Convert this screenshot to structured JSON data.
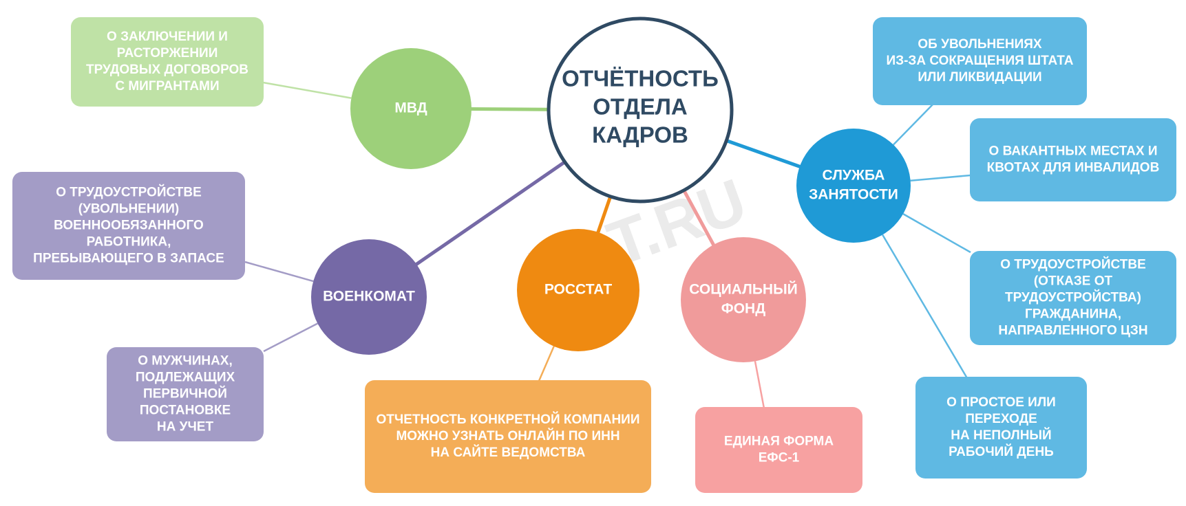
{
  "center": {
    "lines": [
      "ОТЧЁТНОСТЬ",
      "ОТДЕЛА",
      "КАДРОВ"
    ],
    "border_color": "#2f4a63"
  },
  "watermark": "PPT.RU",
  "hubs": [
    {
      "id": "mvd",
      "label_lines": [
        "МВД"
      ],
      "color": "#9dd07a",
      "boxes": [
        {
          "lines": [
            "О ЗАКЛЮЧЕНИИ И",
            "РАСТОРЖЕНИИ",
            "ТРУДОВЫХ ДОГОВОРОВ",
            "С МИГРАНТАМИ"
          ],
          "color": "#bfe2a6"
        }
      ]
    },
    {
      "id": "voenkomat",
      "label_lines": [
        "ВОЕНКОМАТ"
      ],
      "color": "#7569a6",
      "boxes": [
        {
          "lines": [
            "О ТРУДОУСТРОЙСТВЕ",
            "(УВОЛЬНЕНИИ)",
            "ВОЕННООБЯЗАННОГО",
            "РАБОТНИКА,",
            "ПРЕБЫВАЮЩЕГО В ЗАПАСЕ"
          ],
          "color": "#a39cc6"
        },
        {
          "lines": [
            "О МУЖЧИНАХ,",
            "ПОДЛЕЖАЩИХ",
            "ПЕРВИЧНОЙ",
            "ПОСТАНОВКЕ",
            "НА УЧЕТ"
          ],
          "color": "#a39cc6"
        }
      ]
    },
    {
      "id": "rosstat",
      "label_lines": [
        "РОССТАТ"
      ],
      "color": "#ef8a11",
      "boxes": [
        {
          "lines": [
            "ОТЧЕТНОСТЬ КОНКРЕТНОЙ КОМПАНИИ",
            "МОЖНО УЗНАТЬ ОНЛАЙН ПО ИНН",
            "НА САЙТЕ ВЕДОМСТВА"
          ],
          "color": "#f4ad57"
        }
      ]
    },
    {
      "id": "socfond",
      "label_lines": [
        "СОЦИАЛЬНЫЙ",
        "ФОНД"
      ],
      "color": "#f09b9b",
      "boxes": [
        {
          "lines": [
            "ЕДИНАЯ ФОРМА",
            "ЕФС-1"
          ],
          "color": "#f7a1a1"
        }
      ]
    },
    {
      "id": "szn",
      "label_lines": [
        "СЛУЖБА",
        "ЗАНЯТОСТИ"
      ],
      "color": "#1f9ad6",
      "boxes": [
        {
          "lines": [
            "ОБ УВОЛЬНЕНИЯХ",
            "ИЗ-ЗА СОКРАЩЕНИЯ ШТАТА",
            "ИЛИ ЛИКВИДАЦИИ"
          ],
          "color": "#5fb9e3"
        },
        {
          "lines": [
            "О ВАКАНТНЫХ МЕСТАХ И",
            "КВОТАХ ДЛЯ ИНВАЛИДОВ"
          ],
          "color": "#5fb9e3"
        },
        {
          "lines": [
            "О ТРУДОУСТРОЙСТВЕ",
            "(ОТКАЗЕ ОТ",
            "ТРУДОУСТРОЙСТВА)",
            "ГРАЖДАНИНА,",
            "НАПРАВЛЕННОГО ЦЗН"
          ],
          "color": "#5fb9e3"
        },
        {
          "lines": [
            "О ПРОСТОЕ ИЛИ",
            "ПЕРЕХОДЕ",
            "НА НЕПОЛНЫЙ",
            "РАБОЧИЙ ДЕНЬ"
          ],
          "color": "#5fb9e3"
        }
      ]
    }
  ]
}
